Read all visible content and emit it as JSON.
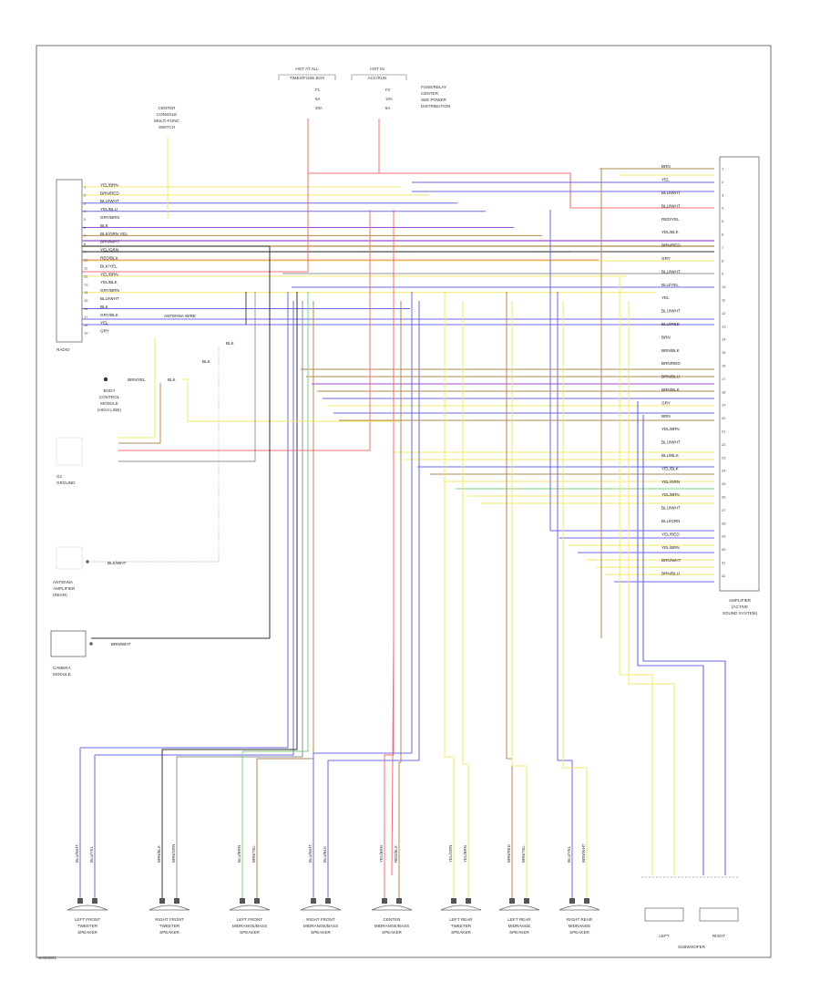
{
  "diagram": {
    "footer_code": "W000001",
    "colors": {
      "yellow": "#f0e86a",
      "red": "#f07070",
      "blue": "#6a6ae8",
      "purple": "#9b4fd0",
      "brown": "#b08850",
      "green": "#80d080",
      "gray": "#909090",
      "black": "#333333",
      "white": "#cfcfcf",
      "orange": "#e0a050"
    },
    "components": {
      "radio": {
        "name": "RADIO",
        "label_lines": []
      },
      "top_left_block": {
        "label_lines": [
          "CENTER",
          "CONSOLE",
          "MULTI-FUNC",
          "SWITCH"
        ]
      },
      "top_fuse1": {
        "label_lines": [
          "HOT AT ALL",
          "TIMES/FUSE BOX"
        ],
        "wire_lines": [
          "F1",
          "5A",
          "20A"
        ]
      },
      "top_fuse2": {
        "label_lines": [
          "HOT IN",
          "ACC/RUN"
        ],
        "wire_lines": [
          "F2",
          "10A",
          "5A"
        ]
      },
      "top_note": {
        "label_lines": [
          "FUSE/RELAY",
          "CENTER",
          "SEE POWER",
          "DISTRIBUTION"
        ]
      },
      "jbox": {
        "label_lines": [
          "BODY",
          "CONTROL",
          "MODULE",
          "(HIGH LINE)"
        ],
        "wire": "BRN/YEL"
      },
      "ground": {
        "label_lines": [
          "G1",
          "GROUND"
        ]
      },
      "antenna_block": {
        "label_lines": [
          "ANTENNA",
          "AMPLIFIER",
          "(REAR)"
        ],
        "wire": "BLK/WHT"
      },
      "camera_block": {
        "label_lines": [
          "CAMERA",
          "MODULE"
        ],
        "wire": "BRN/WHT"
      },
      "amplifier": {
        "label_lines": [
          "AMPLIFIER",
          "(ACTIVE",
          "SOUND SYSTEM)"
        ]
      },
      "subwoofer": {
        "label": "SUBWOOFER",
        "left": "LEFT",
        "right": "RIGHT"
      },
      "antenna_wire": "ANTENNA WIRE",
      "aux_tag1": "BLK",
      "aux_tag2": "BLK",
      "aux_tag3": "BLK"
    },
    "radio_left_pins": [
      "1",
      "2",
      "3",
      "4",
      "5",
      "6",
      "7",
      "8",
      "9",
      "10",
      "11",
      "12",
      "13",
      "14",
      "15",
      "16",
      "17",
      "18",
      "19"
    ],
    "radio_left_wires": [
      "YEL/BRN",
      "BRN/RED",
      "BLU/WHT",
      "YEL/BLU",
      "GRY/BRN",
      "BLK",
      "BLK/GRN YEL",
      "BRN/WHT",
      "YEL/GRN",
      "RED/BLK",
      "BLK/YEL",
      "YEL/BRN",
      "YEL/BLK",
      "GRY/BRN",
      "BLU/WHT",
      "BLK",
      "GRY/BLK",
      "YEL",
      "GRY"
    ],
    "amp_right_wires": [
      "BRN",
      "YEL",
      "BLU/WHT",
      "BLU/WHT",
      "RED/YEL",
      "YEL/BLK",
      "BRN/RED",
      "GRY",
      "BLU/WHT",
      "BLU/YEL",
      "YEL",
      "BLU/WHT",
      "BLU/RED",
      "BRN",
      "BRN/BLK",
      "BRN/RED",
      "BRN/BLU",
      "BRN/BLK",
      "GRY",
      "BRN",
      "YEL/BRN",
      "BLU/WHT",
      "BLU/BLK",
      "YEL/BLK",
      "YEL/GRN",
      "YEL/BRN",
      "BLU/WHT",
      "BLU/GRN",
      "YEL/RED",
      "YEL/BRN",
      "BRN/WHT",
      "BRN/BLU"
    ],
    "speakers": [
      {
        "label_lines": [
          "LEFT FRONT",
          "TWEETER",
          "SPEAKER"
        ],
        "wires": [
          "BLU/WHT",
          "BLU/YEL"
        ]
      },
      {
        "label_lines": [
          "RIGHT FRONT",
          "TWEETER",
          "SPEAKER"
        ],
        "wires": [
          "BRN/BLK",
          "BRN/GRN"
        ]
      },
      {
        "label_lines": [
          "LEFT FRONT",
          "MIDRANGE/BASS",
          "SPEAKER"
        ],
        "wires": [
          "BLU/BRN",
          "BRN/YEL"
        ]
      },
      {
        "label_lines": [
          "RIGHT FRONT",
          "MIDRANGE/BASS",
          "SPEAKER"
        ],
        "wires": [
          "BLU/WHT",
          "BLU/BLK"
        ]
      },
      {
        "label_lines": [
          "CENTER",
          "MIDRANGE/BASS",
          "SPEAKER"
        ],
        "wires": [
          "YEL/BRN",
          "RED/BLK"
        ]
      },
      {
        "label_lines": [
          "LEFT REAR",
          "TWEETER",
          "SPEAKER"
        ],
        "wires": [
          "YEL/GRN",
          "YEL/BRN"
        ]
      },
      {
        "label_lines": [
          "LEFT REAR",
          "MIDRANGE",
          "SPEAKER"
        ],
        "wires": [
          "BRN/RED",
          "BRN/YEL"
        ]
      },
      {
        "label_lines": [
          "RIGHT REAR",
          "MIDRANGE",
          "SPEAKER"
        ],
        "wires": [
          "BLU/YEL",
          "BRN/WHT"
        ]
      }
    ]
  }
}
